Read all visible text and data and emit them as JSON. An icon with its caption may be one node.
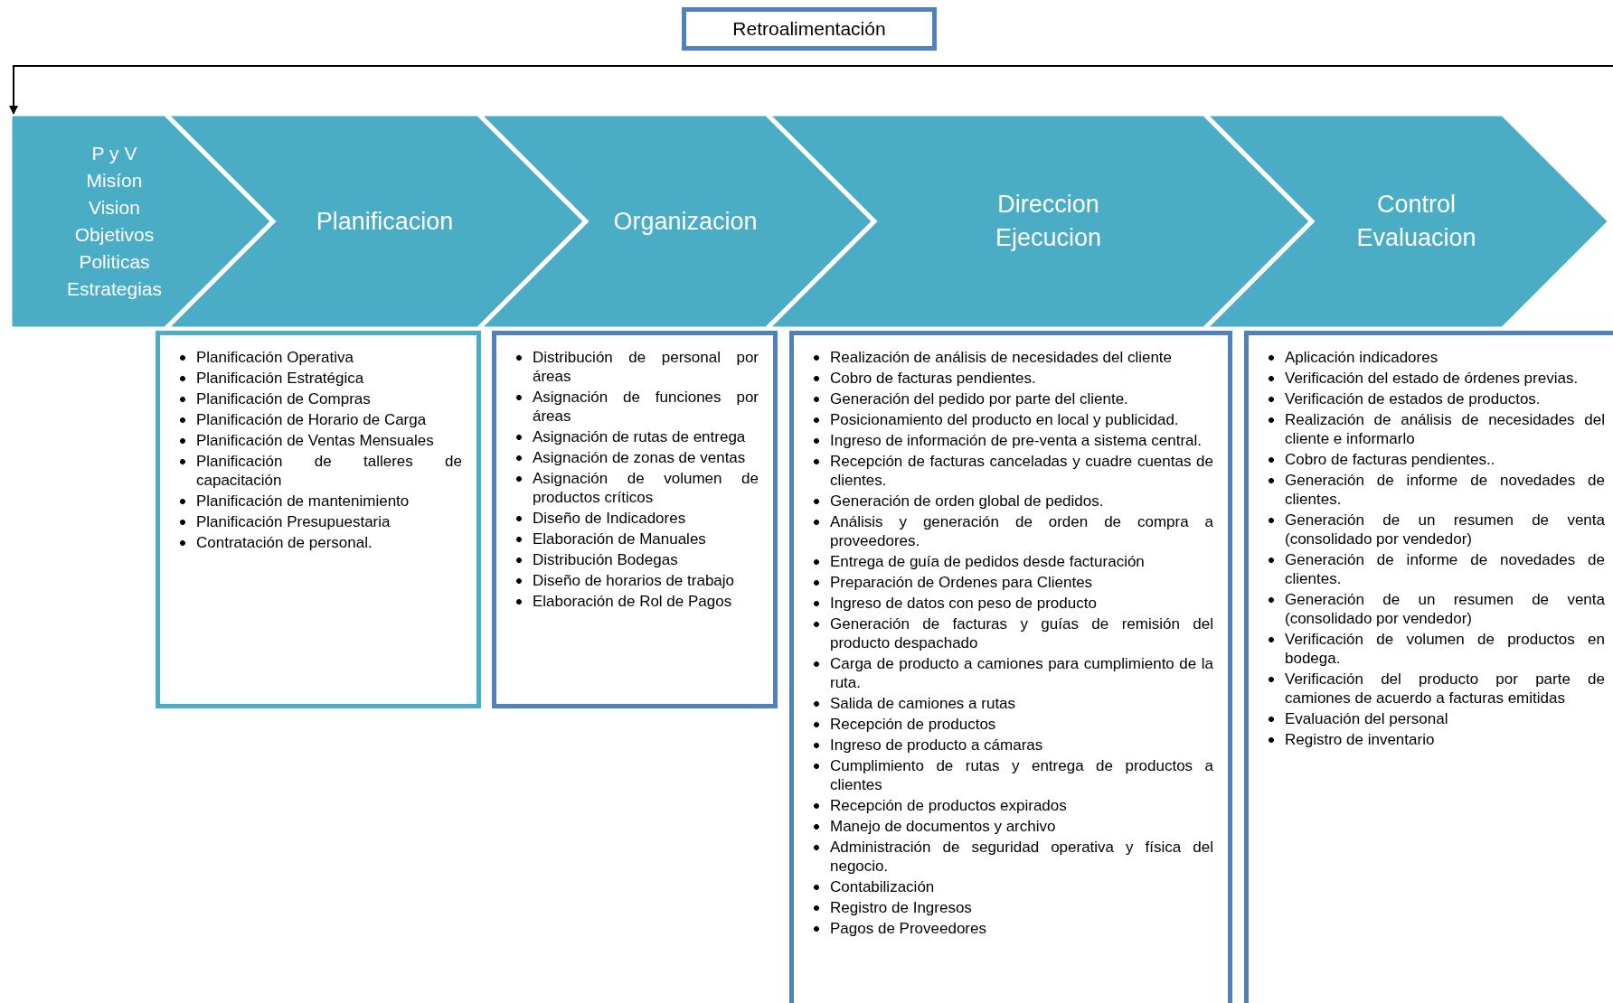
{
  "diagram": {
    "nodes": [
      {
        "text": [
          "Retroalimentación"
        ]
      },
      {
        "text": [
          "P y V",
          "Misíon",
          "Vision",
          "Objetivos",
          "Politicas",
          "Estrategias"
        ]
      },
      {
        "text": [
          "Planificacion"
        ]
      },
      {
        "text": [
          "Organizacion"
        ]
      },
      {
        "text": [
          "Direccion",
          "Ejecucion"
        ]
      },
      {
        "text": [
          "Control",
          "Evaluacion"
        ]
      },
      {
        "text": [
          "Planificación Operativa",
          "Planificación Estratégica",
          "Planificación de Compras",
          "Planificación de Horario de Carga",
          "Planificación de Ventas Mensuales",
          "Planificación de talleres de capacitación",
          "Planificación de mantenimiento",
          "Planificación Presupuestaria",
          "Contratación de personal."
        ]
      },
      {
        "text": [
          "Distribución de personal por áreas",
          "Asignación de funciones por áreas",
          "Asignación de rutas de entrega",
          "Asignación de zonas de ventas",
          "Asignación de volumen de productos críticos",
          "Diseño de Indicadores",
          "Elaboración de Manuales",
          "Distribución Bodegas",
          "Diseño de horarios de trabajo",
          "Elaboración de Rol de Pagos"
        ]
      },
      {
        "text": [
          "Realización de análisis de necesidades del cliente",
          "Cobro de facturas pendientes.",
          "Generación del pedido por parte del cliente.",
          "Posicionamiento del producto en local y publicidad.",
          "Ingreso de información de pre-venta a sistema central.",
          "Recepción de facturas canceladas y cuadre cuentas de clientes.",
          "Generación de orden global de pedidos.",
          "Análisis y generación de orden de compra a proveedores.",
          "Entrega de guía de pedidos desde facturación",
          "Preparación de Ordenes para Clientes",
          "Ingreso de datos con peso de producto",
          "Generación de facturas y guías de remisión del producto despachado",
          "Carga de producto a camiones para cumplimiento de la ruta.",
          "Salida de camiones a rutas",
          "Recepción de productos",
          "Ingreso de producto a cámaras",
          "Cumplimiento de rutas y entrega de productos a clientes",
          "Recepción de productos expirados",
          "Manejo de documentos y archivo",
          "Administración de seguridad operativa y física del negocio.",
          "Contabilización",
          "Registro de Ingresos",
          "Pagos de Proveedores"
        ]
      },
      {
        "text": [
          "Aplicación indicadores",
          "Verificación del estado de órdenes previas.",
          "Verificación de estados de productos.",
          "Realización de análisis de necesidades del cliente e informarlo",
          "Cobro de facturas pendientes..",
          "Generación de informe de novedades de clientes.",
          "Generación de un resumen de venta (consolidado por vendedor)",
          "Generación de informe de novedades de clientes.",
          "Generación de un resumen de venta (consolidado por vendedor)",
          "Verificación de volumen de productos en bodega.",
          "Verificación del producto por parte de camiones de acuerdo a facturas emitidas",
          "Evaluación del personal",
          "Registro de inventario"
        ]
      }
    ],
    "edges": [
      {
        "from": null,
        "to": 1,
        "arrow": "to"
      }
    ]
  }
}
